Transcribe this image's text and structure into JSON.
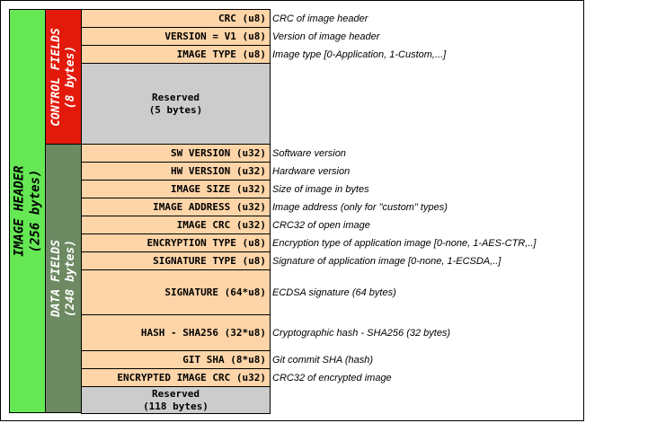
{
  "header": {
    "title": "IMAGE HEADER",
    "size": "(256 bytes)"
  },
  "control": {
    "title": "CONTROL FIELDS",
    "size": "(8 bytes)"
  },
  "data_group": {
    "title": "DATA FIELDS",
    "size": "(248 bytes)"
  },
  "rows": [
    {
      "id": "crc",
      "label": "CRC (u8)",
      "desc": "CRC of image header"
    },
    {
      "id": "version",
      "label": "VERSION = V1 (u8)",
      "desc": "Version of image header"
    },
    {
      "id": "image-type",
      "label": "IMAGE TYPE (u8)",
      "desc": "Image type [0-Application, 1-Custom,...]"
    },
    {
      "id": "reserved-1",
      "label": "Reserved",
      "label2": "(5 bytes)",
      "desc": ""
    },
    {
      "id": "sw-version",
      "label": "SW VERSION (u32)",
      "desc": "Software version"
    },
    {
      "id": "hw-version",
      "label": "HW VERSION (u32)",
      "desc": "Hardware version"
    },
    {
      "id": "image-size",
      "label": "IMAGE SIZE (u32)",
      "desc": "Size of image in bytes"
    },
    {
      "id": "image-address",
      "label": "IMAGE ADDRESS (u32)",
      "desc": "Image address (only for \"custom\" types)"
    },
    {
      "id": "image-crc",
      "label": "IMAGE CRC (u32)",
      "desc": "CRC32 of open image"
    },
    {
      "id": "encryption-type",
      "label": "ENCRYPTION TYPE (u8)",
      "desc": "Encryption type of application image [0-none, 1-AES-CTR,..]"
    },
    {
      "id": "signature-type",
      "label": "SIGNATURE TYPE (u8)",
      "desc": "Signature of application image [0-none, 1-ECSDA,..]"
    },
    {
      "id": "signature",
      "label": "SIGNATURE (64*u8)",
      "desc": "ECDSA signature (64 bytes)"
    },
    {
      "id": "hash",
      "label": "HASH - SHA256 (32*u8)",
      "desc": "Cryptographic hash - SHA256 (32 bytes)"
    },
    {
      "id": "git-sha",
      "label": "GIT SHA (8*u8)",
      "desc": "Git commit SHA (hash)"
    },
    {
      "id": "encrypted-image-crc",
      "label": "ENCRYPTED IMAGE CRC (u32)",
      "desc": "CRC32 of encrypted image"
    },
    {
      "id": "reserved-2",
      "label": "Reserved",
      "label2": "(118 bytes)",
      "desc": ""
    }
  ],
  "colors": {
    "header": "#66e855",
    "control": "#e31a0b",
    "data": "#6d8a62",
    "field": "#fdd5a8",
    "reserved": "#cccccc"
  }
}
